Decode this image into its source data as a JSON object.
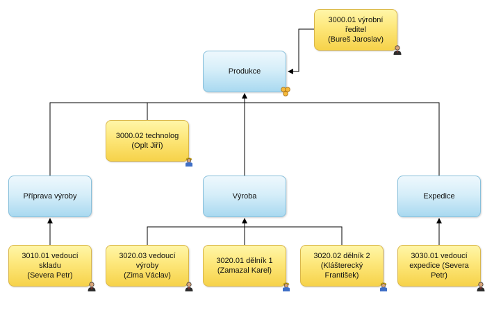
{
  "colors": {
    "unit_fill": "#a9d9f0",
    "unit_border": "#86bfdb",
    "person_fill": "#f6d24a",
    "person_border": "#d9b64a",
    "connector": "#000000"
  },
  "units": {
    "produkce": {
      "label": "Produkce",
      "icon": "group-icon"
    },
    "priprava": {
      "label": "Příprava výroby"
    },
    "vyroba": {
      "label": "Výroba"
    },
    "expedice": {
      "label": "Expedice"
    }
  },
  "positions": {
    "reditel": {
      "label": "3000.01 výrobní ředitel\n(Bureš Jaroslav)",
      "icon": "manager-icon"
    },
    "technolog": {
      "label": "3000.02 technolog\n(Oplt Jiří)",
      "icon": "worker-icon"
    },
    "vedouci_skladu": {
      "label": "3010.01 vedoucí skladu\n(Severa Petr)",
      "icon": "manager-icon"
    },
    "vedouci_vyroby": {
      "label": "3020.03 vedoucí výroby\n(Zima Václav)",
      "icon": "manager-icon"
    },
    "delnik1": {
      "label": "3020.01 dělník 1\n(Zamazal Karel)",
      "icon": "worker-icon"
    },
    "delnik2": {
      "label": "3020.02 dělník 2\n(Klášterecký František)",
      "icon": "worker-icon"
    },
    "vedouci_expedice": {
      "label": "3030.01 vedoucí\nexpedice (Severa Petr)",
      "icon": "manager-icon"
    }
  }
}
